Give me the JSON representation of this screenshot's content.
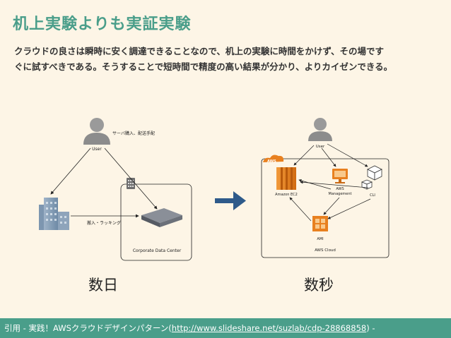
{
  "slide": {
    "title": "机上実験よりも実証実験",
    "body_line1": "クラウドの良さは瞬時に安く調達できることなので、机上の実験に時間をかけず、その場です",
    "body_line2": "ぐに試すべきである。そうすることで短時間で精度の高い結果が分かり、よりカイゼンできる。"
  },
  "left_diagram": {
    "user_label": "User",
    "procure_note": "サーバ購入、配送手配",
    "rack_label": "搬入・ラッキング",
    "datacenter_label": "Corporate Data Center",
    "caption": "数日"
  },
  "right_diagram": {
    "user_label": "User",
    "aws_badge": "AWS",
    "ec2_label": "Amazon EC2",
    "mgmt_label_line1": "AWS",
    "mgmt_label_line2": "Management",
    "cli_label": "CLI",
    "ami_label": "AMI",
    "cloud_label": "AWS Cloud",
    "caption": "数秒"
  },
  "footer": {
    "prefix": "引用 - 実践！AWSクラウドデザインパターン(",
    "link": "http://www.slideshare.net/suzlab/cdp-28868858",
    "suffix": ") -"
  },
  "colors": {
    "accent": "#4a9e8a",
    "arrow": "#2e5a8a",
    "aws_orange": "#e8801f"
  }
}
